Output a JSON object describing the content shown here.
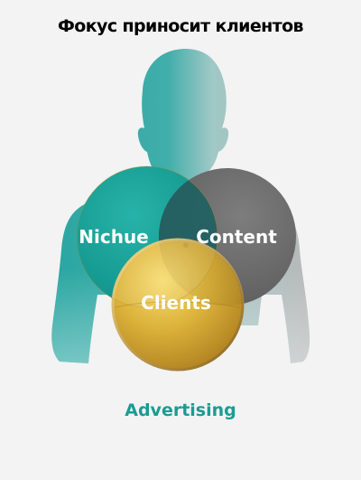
{
  "title": "Фокус приносит клиентов",
  "diagram": {
    "circles": {
      "left": {
        "label": "Nichue",
        "color": "#17a39a"
      },
      "right": {
        "label": "Content",
        "color": "#6f6f70"
      },
      "bottom": {
        "label": "Clients",
        "color": "#d2a62c"
      }
    },
    "footer_label": "Advertising"
  },
  "colors": {
    "background": "#f3f3f3",
    "accent": "#1a9c93",
    "silhouette_teal": "#2aa6a2",
    "silhouette_gray": "#bdbdbd"
  }
}
